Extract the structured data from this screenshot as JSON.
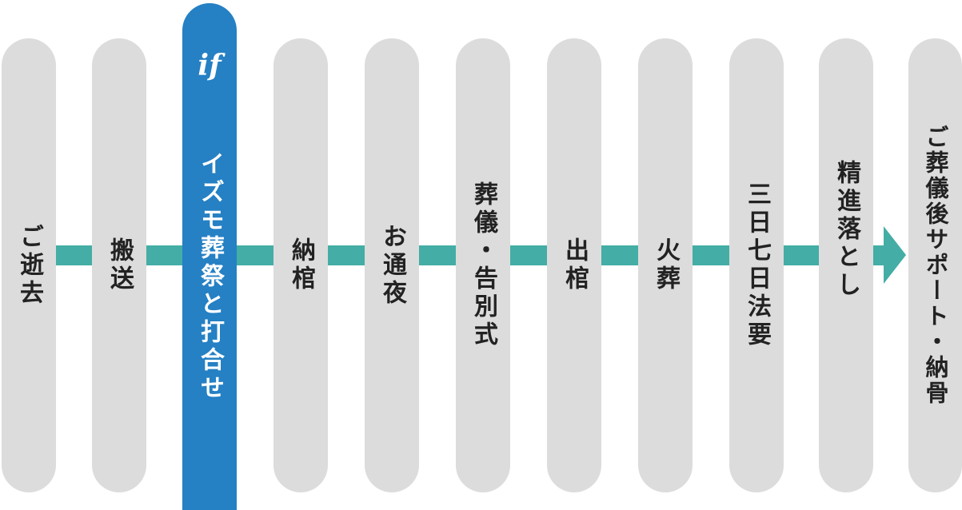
{
  "flow": {
    "accent_color": "#44ada5",
    "current_color": "#2580c4",
    "step_color": "#dcdcdc",
    "brand_logo_text": "if",
    "steps": [
      {
        "label": "ご逝去",
        "current": false
      },
      {
        "label": "搬送",
        "current": false
      },
      {
        "label": "イズモ葬祭と打合せ",
        "current": true
      },
      {
        "label": "納棺",
        "current": false
      },
      {
        "label": "お通夜",
        "current": false
      },
      {
        "label": "葬儀・告別式",
        "current": false
      },
      {
        "label": "出棺",
        "current": false
      },
      {
        "label": "火葬",
        "current": false
      },
      {
        "label": "三日七日法要",
        "current": false
      },
      {
        "label": "精進落とし",
        "current": false
      },
      {
        "label": "ご葬儀後サポート・納骨",
        "current": false
      }
    ]
  }
}
